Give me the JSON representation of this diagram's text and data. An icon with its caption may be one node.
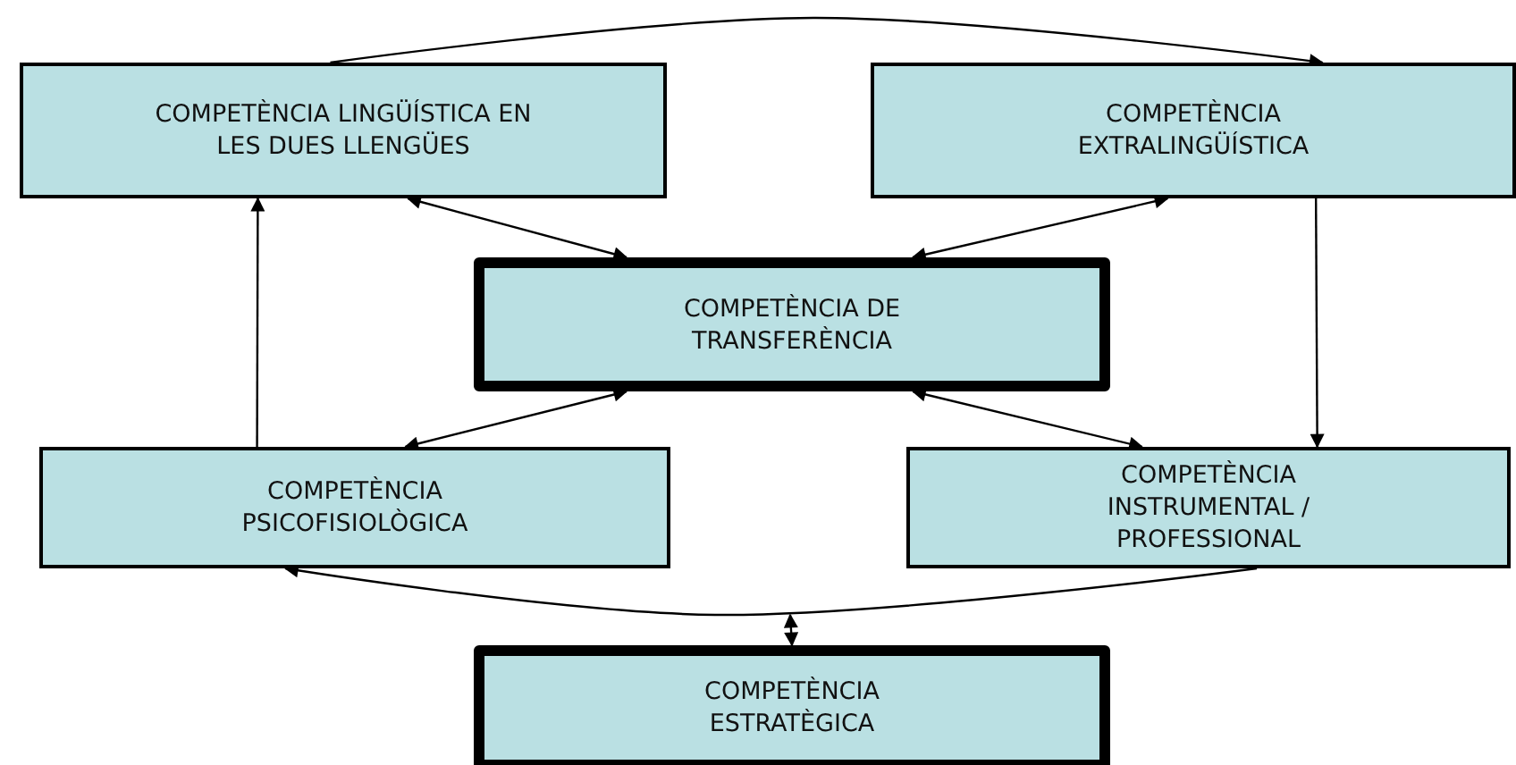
{
  "diagram": {
    "nodes": [
      {
        "text": [
          "COMPETÈNCIA LINGÜÍSTICA EN LES DUES LLENGÜES"
        ]
      },
      {
        "text": [
          "COMPETÈNCIA EXTRALINGÜÍSTICA"
        ]
      },
      {
        "text": [
          "COMPETÈNCIA DE TRANSFERÈNCIA"
        ]
      },
      {
        "text": [
          "COMPETÈNCIA PSICOFISIOLÒGICA"
        ]
      },
      {
        "text": [
          "COMPETÈNCIA INSTRUMENTAL / PROFESSIONAL"
        ]
      },
      {
        "text": [
          "COMPETÈNCIA ESTRATÈGICA"
        ]
      }
    ],
    "edges": [
      {
        "from": 0,
        "to": 1,
        "arrow": "to"
      },
      {
        "from": 0,
        "to": 2,
        "arrow": "both"
      },
      {
        "from": 1,
        "to": 2,
        "arrow": "both"
      },
      {
        "from": 3,
        "to": 0,
        "arrow": "to"
      },
      {
        "from": 1,
        "to": 4,
        "arrow": "to"
      },
      {
        "from": 2,
        "to": 3,
        "arrow": "both"
      },
      {
        "from": 2,
        "to": 4,
        "arrow": "both"
      },
      {
        "from": 4,
        "to": 3,
        "arrow": "to"
      },
      {
        "from": 5,
        "to": null,
        "arrow": "both"
      }
    ]
  }
}
